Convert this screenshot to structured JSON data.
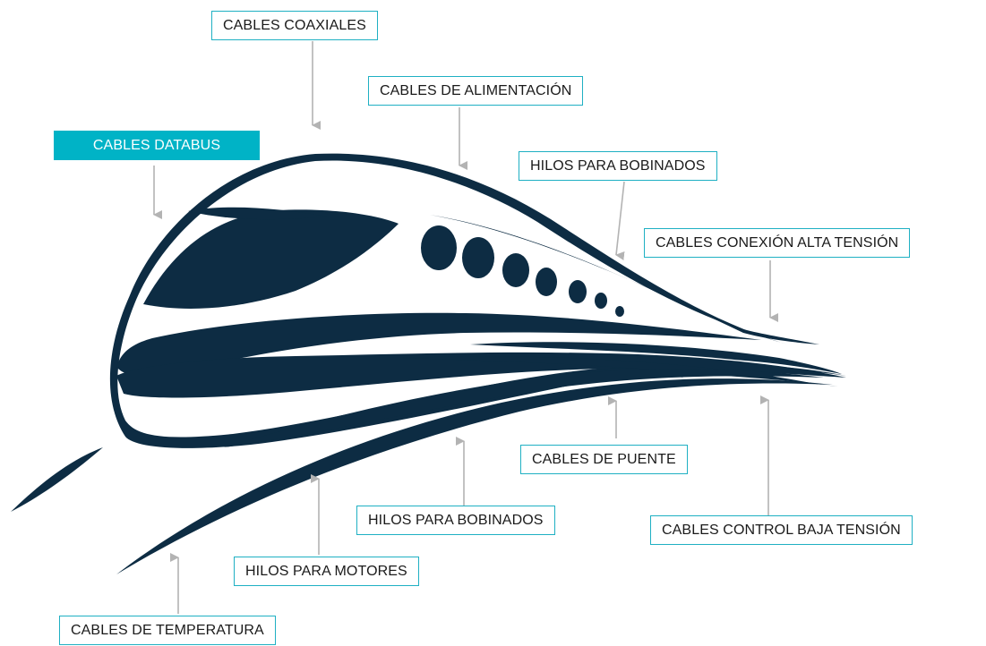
{
  "colors": {
    "train": "#0d2c43",
    "accent": "#1fb0c3",
    "highlight": "#00b3c6",
    "arrow": "#b3b3b3"
  },
  "labels": {
    "coaxiales": "CABLES COAXIALES",
    "alimentacion": "CABLES DE ALIMENTACIÓN",
    "databus": "CABLES DATABUS",
    "bobinados_top": "HILOS PARA BOBINADOS",
    "conexion_alta": "CABLES CONEXIÓN ALTA TENSIÓN",
    "puente": "CABLES DE PUENTE",
    "bobinados_bottom": "HILOS PARA BOBINADOS",
    "control_baja": "CABLES CONTROL BAJA TENSIÓN",
    "motores": "HILOS PARA MOTORES",
    "temperatura": "CABLES DE TEMPERATURA"
  },
  "active_label": "databus"
}
